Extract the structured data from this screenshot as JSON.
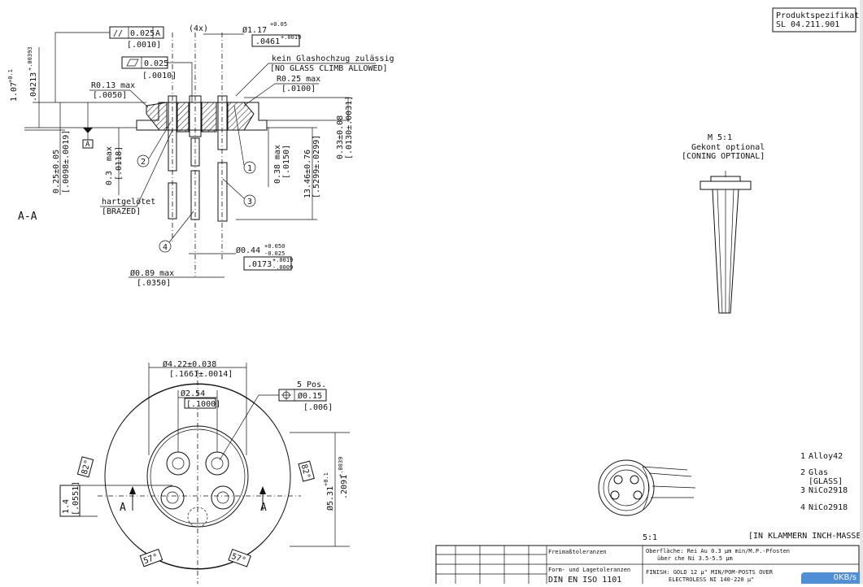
{
  "spec_box": {
    "line1": "Produktspezifikation",
    "line2": "SL 04.211.901"
  },
  "section_label": "A-A",
  "top_view": {
    "flatness": {
      "sym": "//",
      "value": "0.025",
      "datum": "A",
      "inch": "[.0010]"
    },
    "parallel": {
      "value": "0.025",
      "inch": "[.0010]"
    },
    "pos_4x": "(4x)",
    "dia_post": {
      "main": "Ø1.17",
      "tol": "+0.05",
      "inch_main": ".0461",
      "inch_tol": "+.0019"
    },
    "glass_de": "kein Glashochzug zulässig",
    "glass_en": "[NO GLASS CLIMB ALLOWED]",
    "r025": "R0.25 max",
    "r025_in": "[.0100]",
    "r013": "R0.13 max",
    "r013_in": "[.0050]",
    "datum_a": "A",
    "h107": "1.07",
    "h107_tol": "+0.1",
    "h107_in": ".04213",
    "h107_in_tol": "+.00393",
    "d025": "0.25±0.05",
    "d025_in": "[.0098±.0019]",
    "d03": "0.3",
    "d03_max": "max",
    "d03_in": "[.0118]",
    "d038": "0.38",
    "d038_max": "max",
    "d038_in": "[.0150]",
    "d1346": "13.46±0.76",
    "d1346_in": "[.5299±.0299]",
    "d033": "0.33±0.08",
    "d033_in": "[.0130±.0031]",
    "brazed_de": "hartgelötet",
    "brazed_en": "[BRAZED]",
    "d044": "Ø0.44",
    "d044_tol_up": "+0.050",
    "d044_tol_dn": "-0.025",
    "d044_in": ".0173",
    "d044_in_up": "+.0019",
    "d044_in_dn": "-.0009",
    "d089": "Ø0.89  max",
    "d089_in": "[.0350]",
    "callouts": [
      "1",
      "2",
      "3",
      "4"
    ]
  },
  "bottom_view": {
    "d422": "Ø4.22±0.038",
    "d422_in": "[.1661±.0014]",
    "d254": "Ø2.54",
    "d254_in": "[.1000]",
    "pos5": "5 Pos.",
    "pos_tol": "Ø0.15",
    "pos_tol_in": "[.006]",
    "d531": "Ø5.31",
    "d531_tol": "+0.1",
    "d531_in": ".2091",
    "d531_in_tol": "+.0039",
    "d14": "1.4",
    "d14_in": "[.0551]",
    "angle82": "82°",
    "angle57": "57°",
    "section_mark": "A"
  },
  "side_view": {
    "scale": "M 5:1",
    "coning_de": "Gekont optional",
    "coning_en": "[CONING OPTIONAL]"
  },
  "legend": [
    {
      "num": "1",
      "text": "Alloy42"
    },
    {
      "num": "2",
      "text": "Glas"
    },
    {
      "num": "",
      "text": "[GLASS]"
    },
    {
      "num": "3",
      "text": "NiCo2918"
    },
    {
      "num": "4",
      "text": "NiCo2918"
    }
  ],
  "scale_small": "5:1",
  "inch_note": "[IN KLAMMERN INCH-MASSE]",
  "title_block": {
    "freemass": "Freimaßtoleranzen",
    "form_lage": "Form- und Lagetoleranzen",
    "din": "DIN EN ISO 1101",
    "surface_1": "Oberfläche: Rei Au 0.3 μm min/M.P.-Pfosten",
    "surface_2": "über che Ni 3.5-5.5 μm",
    "finish_1": "FINISH: GOLD 12 μ\" MIN/POM-POSTS OVER",
    "finish_2": "ELECTROLESS NI 140-220 μ\""
  },
  "status_chip": "0KB/s"
}
